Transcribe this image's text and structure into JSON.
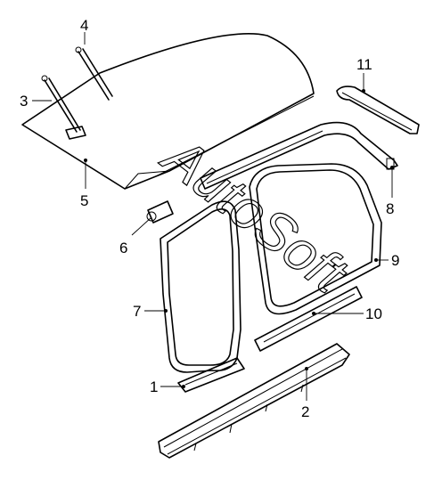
{
  "callouts": {
    "c1": "1",
    "c2": "2",
    "c3": "3",
    "c4": "4",
    "c5": "5",
    "c6": "6",
    "c7": "7",
    "c8": "8",
    "c9": "9",
    "c10": "10",
    "c11": "11"
  },
  "watermark": "AutoSoft",
  "colors": {
    "line": "#000000",
    "background": "#ffffff"
  }
}
